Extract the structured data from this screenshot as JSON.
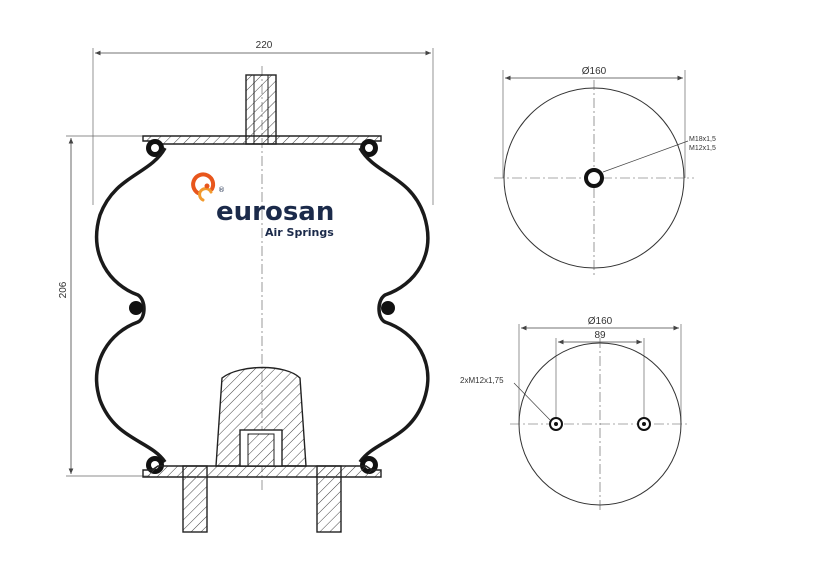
{
  "brand": {
    "name": "eurosan",
    "tagline": "Air Springs",
    "registered_mark": "®",
    "text_color": "#1b2a4a",
    "accent_color": "#e8561c",
    "logo_icon": "swirl-logo-icon"
  },
  "side_view": {
    "width_dimension": "220",
    "height_dimension": "206"
  },
  "top_view": {
    "diameter": "Ø160",
    "thread_label_1": "M18x1,5",
    "thread_label_2": "M12x1,5"
  },
  "bottom_view": {
    "diameter": "Ø160",
    "bolt_spacing": "89",
    "bolt_thread": "2xM12x1,75"
  },
  "colors": {
    "line": "#222222",
    "dimension": "#555555",
    "hatch": "#444444"
  }
}
